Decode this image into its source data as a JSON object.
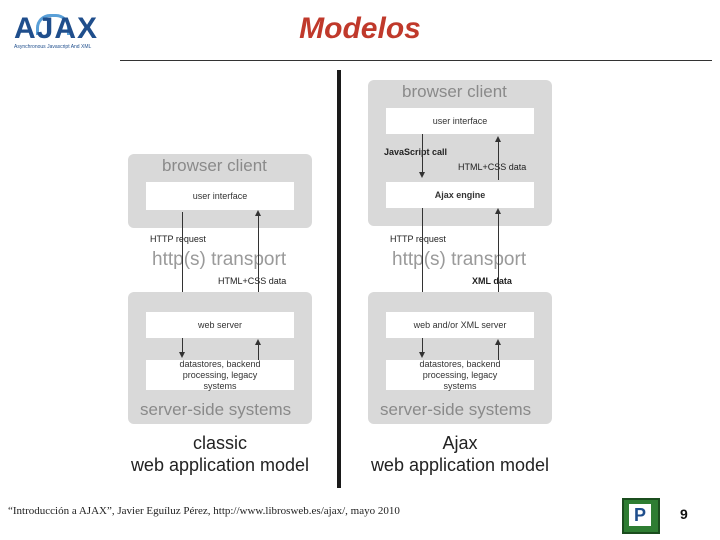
{
  "logo": {
    "text": "AJAX",
    "subtitle": "Asynchronous Javascript And XML"
  },
  "title": "Modelos",
  "classic": {
    "browser_heading": "browser client",
    "user_interface": "user interface",
    "http_request": "HTTP request",
    "transport": "http(s) transport",
    "html_css_data": "HTML+CSS data",
    "web_server": "web server",
    "datastores": "datastores, backend processing, legacy systems",
    "server_heading": "server-side systems",
    "caption_line1": "classic",
    "caption_line2": "web application model"
  },
  "ajax": {
    "browser_heading": "browser client",
    "user_interface": "user interface",
    "javascript_call": "JavaScript call",
    "html_css_data": "HTML+CSS data",
    "ajax_engine": "Ajax engine",
    "http_request": "HTTP request",
    "transport": "http(s) transport",
    "xml_data": "XML data",
    "web_server": "web and/or XML server",
    "datastores": "datastores, backend processing, legacy systems",
    "server_heading": "server-side systems",
    "caption_line1": "Ajax",
    "caption_line2": "web application model"
  },
  "footer": {
    "citation": "“Introducción a AJAX”, Javier Eguíluz Pérez, http://www.librosweb.es/ajax/, mayo 2010",
    "page_number": "9"
  }
}
